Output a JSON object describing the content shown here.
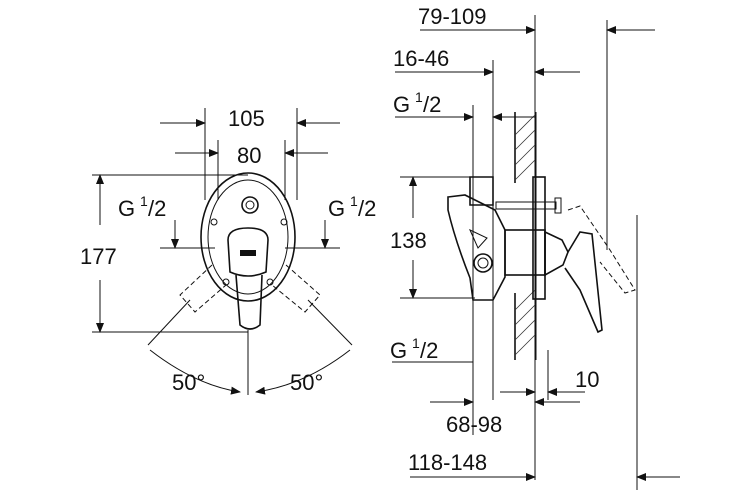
{
  "front_view": {
    "width_outer": "105",
    "width_inner": "80",
    "height": "177",
    "thread_left": {
      "main": "G",
      "num": "1",
      "den": "/2"
    },
    "thread_right": {
      "main": "G",
      "num": "1",
      "den": "/2"
    },
    "angle_left": "50°",
    "angle_right": "50°"
  },
  "side_view": {
    "depth_total": "79-109",
    "depth_wall": "16-46",
    "thread_top": {
      "main": "G",
      "num": "1",
      "den": "/2"
    },
    "thread_bottom": {
      "main": "G",
      "num": "1",
      "den": "/2"
    },
    "height": "138",
    "plate_offset": "10",
    "depth_body": "68-98",
    "depth_overall": "118-148"
  }
}
